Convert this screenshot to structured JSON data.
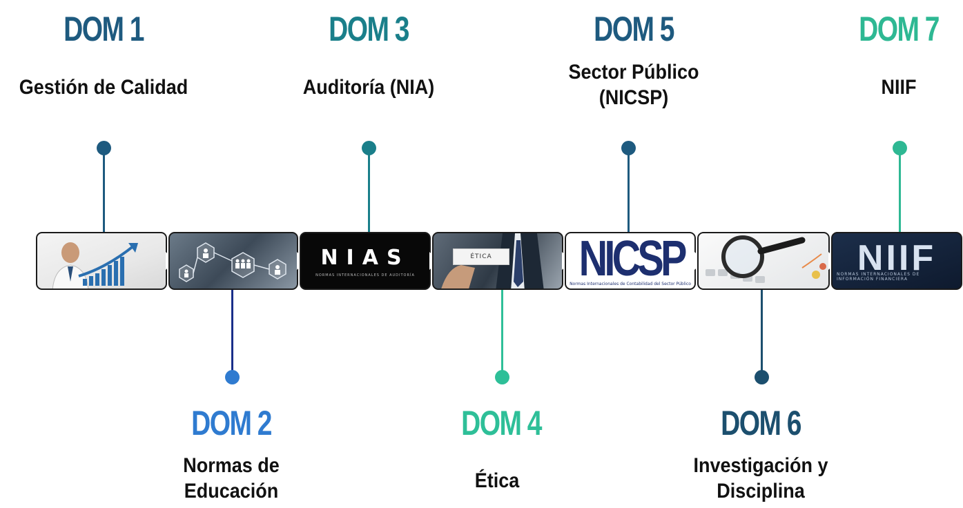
{
  "colors": {
    "dom1": "#1e5a7f",
    "dom2": "#2f7bd0",
    "dom3": "#1a7f8a",
    "dom4": "#2ebf98",
    "dom5": "#1e5a7f",
    "dom6": "#1c4f6e",
    "dom7": "#2eb893"
  },
  "domains": [
    {
      "title": "DOM 1",
      "label": "Gestión de Calidad"
    },
    {
      "title": "DOM 2",
      "label": "Normas de\nEducación"
    },
    {
      "title": "DOM 3",
      "label": "Auditoría (NIA)"
    },
    {
      "title": "DOM 4",
      "label": "Ética"
    },
    {
      "title": "DOM 5",
      "label": "Sector Público\n(NICSP)"
    },
    {
      "title": "DOM 6",
      "label": "Investigación y\nDisciplina"
    },
    {
      "title": "DOM 7",
      "label": "NIIF"
    }
  ],
  "tiles": {
    "nias": {
      "logo": "NIAS",
      "sub": "NORMAS INTERNACIONALES DE AUDITORÍA"
    },
    "etica": {
      "card": "ÉTICA"
    },
    "nicsp": {
      "logo": "NICSP",
      "sub": "Normas Internacionales de Contabilidad del Sector Público"
    },
    "niif": {
      "logo": "NIIF",
      "sub": "NORMAS INTERNACIONALES DE\nINFORMACIÓN FINANCIERA"
    }
  },
  "icons": [
    "growth-chart-icon",
    "people-network-icon",
    "magnifying-glass-icon"
  ]
}
